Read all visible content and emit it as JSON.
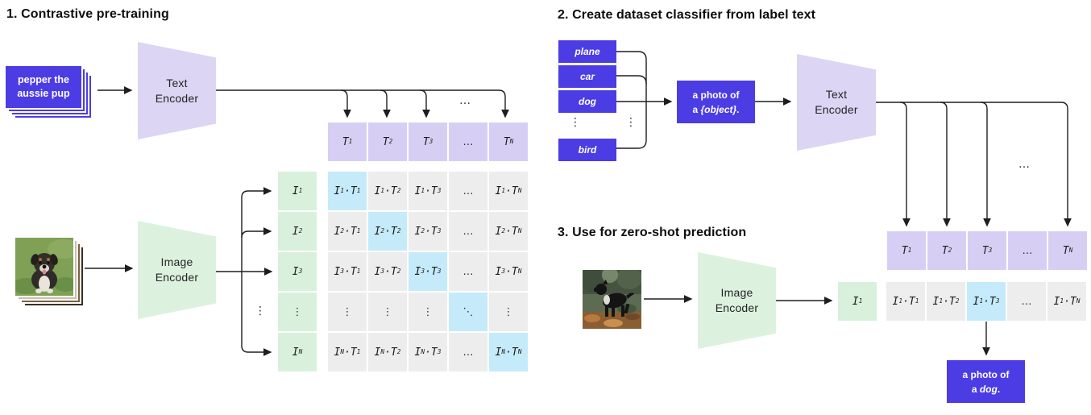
{
  "colors": {
    "purple": "#4c3ce4",
    "lavender_shape": "#dcd5f4",
    "lavender_cell": "#d7cff3",
    "green_shape": "#dcf2df",
    "green_cell": "#d9f1dc",
    "gray_cell": "#ededed",
    "blue_highlight_cell": "#c5eafa",
    "line": "#1e1e1e"
  },
  "section1": {
    "title": "1. Contrastive pre-training",
    "text_stack": {
      "line1": "pepper the",
      "line2": "aussie pup"
    },
    "text_encoder_label": "Text\nEncoder",
    "image_encoder_label": "Image\nEncoder",
    "t_header": [
      "T_1",
      "T_2",
      "T_3",
      "…",
      "T_N"
    ],
    "i_column": [
      "I_1",
      "I_2",
      "I_3",
      "⋮",
      "I_N"
    ],
    "matrix": [
      [
        "I_1·T_1",
        "I_1·T_2",
        "I_1·T_3",
        "…",
        "I_1·T_N"
      ],
      [
        "I_2·T_1",
        "I_2·T_2",
        "I_2·T_3",
        "…",
        "I_2·T_N"
      ],
      [
        "I_3·T_1",
        "I_3·T_2",
        "I_3·T_3",
        "…",
        "I_3·T_N"
      ],
      [
        "⋮",
        "⋮",
        "⋮",
        "⋱",
        "⋮"
      ],
      [
        "I_N·T_1",
        "I_N·T_2",
        "I_N·T_3",
        "…",
        "I_N·T_N"
      ]
    ],
    "branch_dots": "⋮",
    "line_dots": "…"
  },
  "section2": {
    "title": "2. Create dataset classifier from label text",
    "labels": [
      "plane",
      "car",
      "dog",
      "bird"
    ],
    "labels_dots": "⋮",
    "bracket_dots": "⋮",
    "prompt": {
      "line1": "a photo of",
      "pre": "a ",
      "italic": "{object}",
      "post": "."
    },
    "text_encoder_label": "Text\nEncoder",
    "t_row": [
      "T_1",
      "T_2",
      "T_3",
      "…",
      "T_N"
    ],
    "line_dots": "…"
  },
  "section3": {
    "title": "3. Use for zero-shot prediction",
    "image_encoder_label": "Image\nEncoder",
    "i_cell": "I_1",
    "result_row": [
      "I_1·T_1",
      "I_1·T_2",
      "I_1·T_3",
      "…",
      "I_1·T_N"
    ],
    "prediction": {
      "line1": "a photo of",
      "pre": "a ",
      "italic": "dog",
      "post": "."
    }
  }
}
